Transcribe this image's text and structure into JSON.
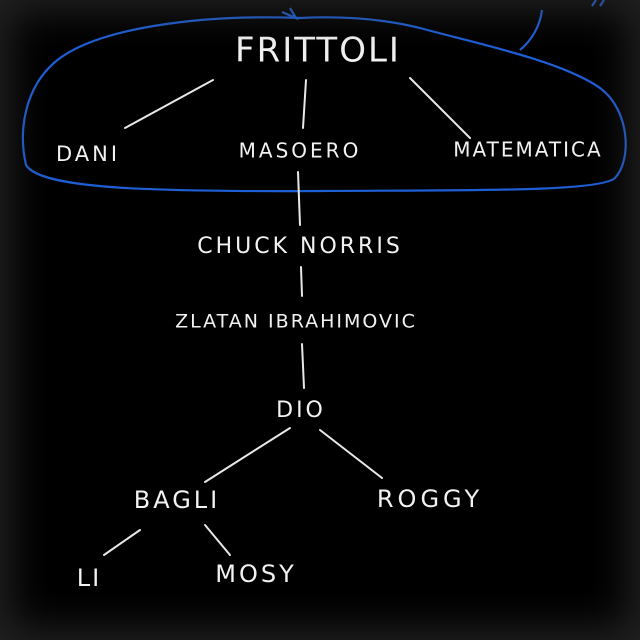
{
  "diagram": {
    "root": "FRITTOLI",
    "colors": {
      "background": "#000000",
      "text": "#f2f2f2",
      "lines": "#e8e8e8",
      "highlight": "#1f5fd6"
    },
    "nodes": [
      {
        "id": "frittoli",
        "label": "FRITTOLI"
      },
      {
        "id": "dani",
        "label": "DANI"
      },
      {
        "id": "masoero",
        "label": "MASOERO"
      },
      {
        "id": "matematica",
        "label": "MATEMATICA"
      },
      {
        "id": "chuck",
        "label": "CHUCK NORRIS"
      },
      {
        "id": "zlatan",
        "label": "ZLATAN IBRAHIMOVIC"
      },
      {
        "id": "dio",
        "label": "DIO"
      },
      {
        "id": "bagli",
        "label": "BAGLI"
      },
      {
        "id": "roggy",
        "label": "ROGGY"
      },
      {
        "id": "li",
        "label": "LI"
      },
      {
        "id": "mosy",
        "label": "MOSY"
      }
    ],
    "edges": [
      [
        "frittoli",
        "dani"
      ],
      [
        "frittoli",
        "masoero"
      ],
      [
        "frittoli",
        "matematica"
      ],
      [
        "masoero",
        "chuck"
      ],
      [
        "chuck",
        "zlatan"
      ],
      [
        "zlatan",
        "dio"
      ],
      [
        "dio",
        "bagli"
      ],
      [
        "dio",
        "roggy"
      ],
      [
        "bagli",
        "li"
      ],
      [
        "bagli",
        "mosy"
      ]
    ],
    "highlighted_group": [
      "frittoli",
      "dani",
      "masoero",
      "matematica"
    ]
  }
}
